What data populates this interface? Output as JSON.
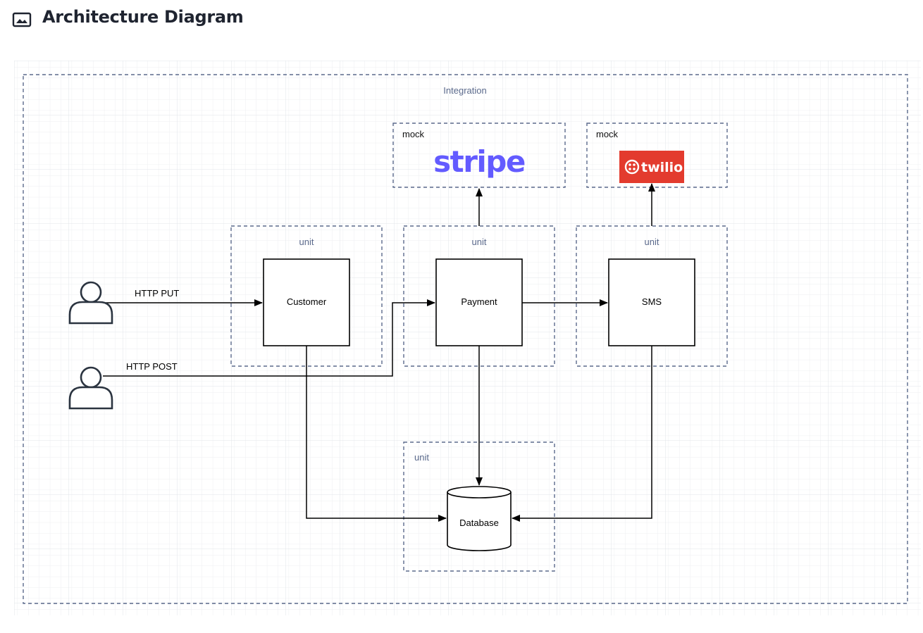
{
  "header": {
    "title": "Architecture Diagram",
    "icon": "image-icon"
  },
  "diagram": {
    "groups": {
      "integration": "Integration",
      "unit_customer": "unit",
      "unit_payment": "unit",
      "unit_sms": "unit",
      "unit_database": "unit",
      "mock_stripe": "mock",
      "mock_twilio": "mock"
    },
    "nodes": {
      "customer": "Customer",
      "payment": "Payment",
      "sms": "SMS",
      "database": "Database"
    },
    "edges": {
      "put": "HTTP PUT",
      "post": "HTTP POST"
    },
    "logos": {
      "stripe": "stripe",
      "twilio": "twilio"
    },
    "colors": {
      "stripe": "#635bff",
      "twilio": "#e33b2e",
      "group_border": "#5b6a8c"
    }
  }
}
